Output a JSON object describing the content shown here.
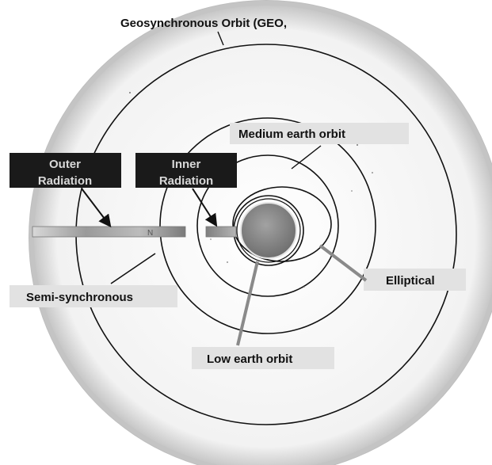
{
  "labels": {
    "geo": "Geosynchronous Orbit (GEO,",
    "meo": "Medium earth orbit",
    "outer_radiation_line1": "Outer",
    "outer_radiation_line2": "Radiation",
    "inner_radiation_line1": "Inner",
    "inner_radiation_line2": "Radiation",
    "elliptical": "Elliptical",
    "semi_synchronous": "Semi-synchronous",
    "leo": "Low earth orbit",
    "belt_marker": "N"
  },
  "colors": {
    "background_disc": "#c9c9c9",
    "inner_disc": "#ffffff",
    "orbit_line": "#111111",
    "dark_label_bg": "#1a1a1a",
    "light_label_bg": "#e2e2e2",
    "earth": "#8c8c8c",
    "arrow_gray": "#8a8a8a"
  }
}
